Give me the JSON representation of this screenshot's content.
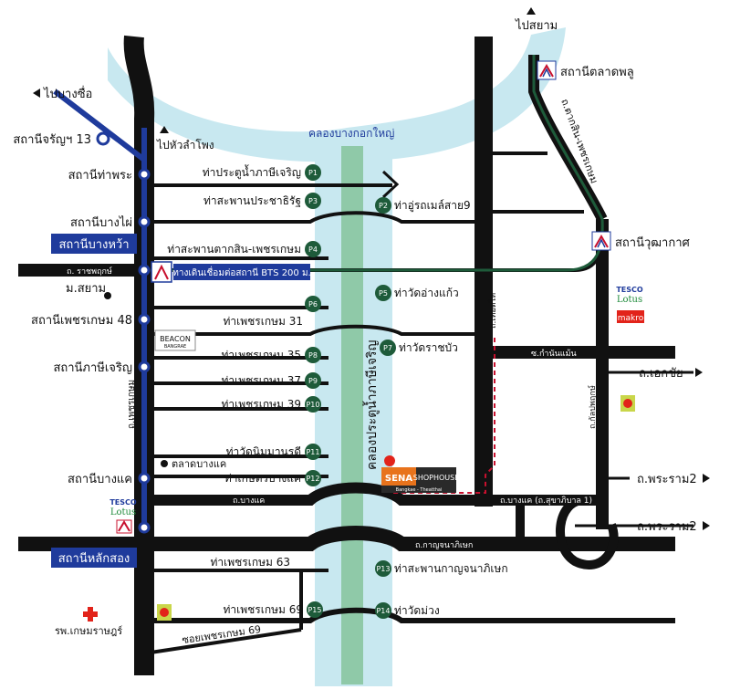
{
  "colors": {
    "road": "#111111",
    "river": "#c8e8f0",
    "canal_center": "#8fc9a8",
    "mrt_line": "#1f3b9c",
    "bts_line": "#1e5b3a",
    "pier_badge": "#1e5b3a",
    "station_box": "#1f3b9c",
    "walkway_dash": "#c8102e",
    "sena_orange": "#e8731c"
  },
  "direction_labels": {
    "siam": "ไปสยาม",
    "bang_sue": "ไปบางซื่อ",
    "hua_lamphong": "ไปหัวลำโพง",
    "ekkachai": "ถ.เอกชัย",
    "rama2_top": "ถ.พระราม2",
    "rama2_bottom": "ถ.พระราม2"
  },
  "water": {
    "river_label": "คลองบางกอกใหญ่",
    "canal_label": "คลองประตูน้ำภาษีเจริญ"
  },
  "mrt_stations": {
    "charan13": "สถานีจรัญฯ 13",
    "tha_phra": "สถานีท่าพระ",
    "bang_phai": "สถานีบางไผ่",
    "bang_wa": "สถานีบางหว้า",
    "phetkasem48": "สถานีเพชรเกษม 48",
    "phasi_charoen": "สถานีภาษีเจริญ",
    "bang_khae": "สถานีบางแค",
    "lak_song": "สถานีหลักสอง"
  },
  "bts_stations": {
    "talat_phlu": "สถานีตลาดพลู",
    "wutthakat": "สถานีวุฒากาศ"
  },
  "bts_link_label": "ทางเดินเชื่อมต่อสถานี BTS 200 ม.",
  "roads": {
    "ratchaphruek": "ถ. ราชพฤกษ์",
    "phetkasem_vertical": "ถ.เพชรเกษม",
    "thoet_thai": "ถ.เทอดไท",
    "bang_khae": "ถ.บางแค",
    "bang_khae_sukhaphiban": "ถ.บางแค (ถ.สุขาภิบาล 1)",
    "kanchanaphisek": "ถ.กาญจนาภิเษก",
    "taksin_phetkasem": "ถ.ตากสิน-เพชรเกษม",
    "kanlapaphruek": "ถ.กัลปพฤกษ์",
    "soi_kamnan_maen": "ซ.กำนันแม้น",
    "soi_phetkasem69": "ซอยเพชรเกษม 69"
  },
  "piers": [
    {
      "code": "P1",
      "label": "ท่าประตูน้ำภาษีเจริญ"
    },
    {
      "code": "P2",
      "label": "ท่าอู่รถเมล์สาย9"
    },
    {
      "code": "P3",
      "label": "ท่าสะพานประชาธิรัฐ"
    },
    {
      "code": "P4",
      "label": "ท่าสะพานตากสิน-เพชรเกษม"
    },
    {
      "code": "P5",
      "label": "ท่าวัดอ่างแก้ว"
    },
    {
      "code": "P6",
      "label": ""
    },
    {
      "code": "P7",
      "label": "ท่าวัดราชบัว"
    },
    {
      "code": "P8",
      "label": "ท่าเพชรเกษม 35"
    },
    {
      "code": "P9",
      "label": "ท่าเพชรเกษม 37"
    },
    {
      "code": "P10",
      "label": "ท่าเพชรเกษม 39"
    },
    {
      "code": "P11",
      "label": "ท่าวัดนิมมานรดี"
    },
    {
      "code": "P12",
      "label": "ท่าเกษตรบางแค"
    },
    {
      "code": "P13",
      "label": "ท่าสะพานกาญจนาภิเษก"
    },
    {
      "code": "P14",
      "label": "ท่าวัดม่วง"
    },
    {
      "code": "P15",
      "label": "ท่าเพชรเกษม 69"
    }
  ],
  "labels": {
    "phetkasem31": "ท่าเพชรเกษม 31",
    "phetkasem63": "ท่าเพชรเกษม 63",
    "siam_univ": "ม.สยาม",
    "talat_bang_khae": "ตลาดบางแค",
    "hospital": "รพ.เกษมราษฎร์"
  },
  "logos": {
    "beacon": "BEACON",
    "beacon_sub": "BANGRAE",
    "tesco": "TESCO",
    "lotus": "Lotus",
    "makro": "makro",
    "sena": "SENA",
    "shophouse": "SHOPHOUSE",
    "sena_sub": "Bangkae - Theatthai"
  }
}
